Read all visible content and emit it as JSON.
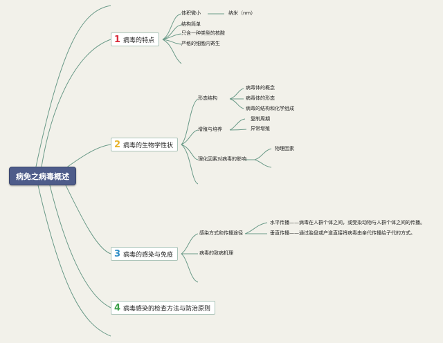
{
  "root": "病免之病毒概述",
  "b1": {
    "num": "1",
    "label": "病毒的特点",
    "num_color": "#d92b3a",
    "items": [
      "体积微小",
      "结构简单",
      "只含一种类型的核酸",
      "严格的细胞内寄生"
    ],
    "unit": "纳米（nm）"
  },
  "b2": {
    "num": "2",
    "label": "病毒的生物学性状",
    "num_color": "#e8b42c",
    "morph": {
      "label": "形态结构",
      "items": [
        "病毒体的概念",
        "病毒体的形态",
        "病毒的结构和化学组成"
      ]
    },
    "growth": {
      "label": "增殖与培养",
      "items": [
        "复制周期",
        "异常增殖"
      ]
    },
    "physchem": {
      "label": "理化因素对病毒的影响",
      "items": [
        "物理因素"
      ]
    }
  },
  "b3": {
    "num": "3",
    "label": "病毒的感染与免疫",
    "num_color": "#2f8ec7",
    "trans": {
      "label": "感染方式和传播途径",
      "items": [
        "水平传播——病毒在人群个体之间，或受染动物与人群个体之间的传播。",
        "垂直传播——通过胎盘或产道直接将病毒由亲代传播给子代的方式。"
      ]
    },
    "path": {
      "label": "病毒的致病机理"
    }
  },
  "b4": {
    "num": "4",
    "label": "病毒感染的检查方法与防治原则",
    "num_color": "#3aa048"
  },
  "colors": {
    "line": "#6a9a88",
    "background": "#f2f1ea",
    "root_fill": "#4e5c8a"
  }
}
